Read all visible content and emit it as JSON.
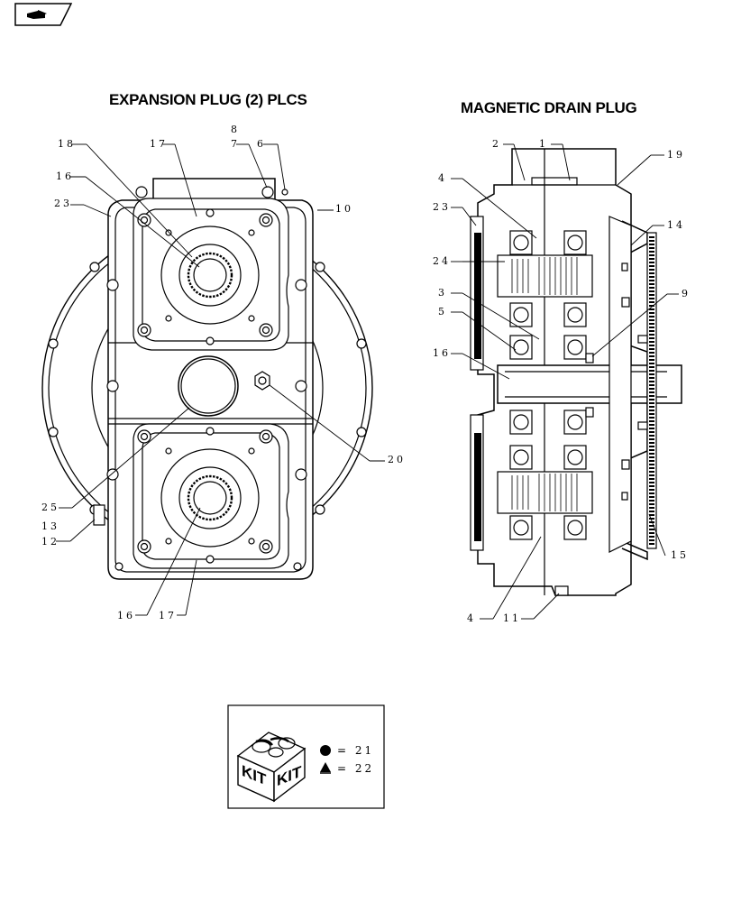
{
  "titles": {
    "left": "EXPANSION PLUG (2) PLCS",
    "right": "MAGNETIC DRAIN PLUG"
  },
  "icons": {
    "nav": "folder-arrow-icon",
    "kit": "kit-box-icon",
    "circle": "filled-circle-icon",
    "triangle": "warning-triangle-icon"
  },
  "callouts_left": {
    "c18": "18",
    "c17_top": "17",
    "c8": "8",
    "c7": "7",
    "c6": "6",
    "c16_top": "16",
    "c23": "23",
    "c10": "10",
    "c20": "20",
    "c25": "25",
    "c13": "13",
    "c12": "12",
    "c16_bottom": "16",
    "c17_bottom": "17"
  },
  "callouts_right": {
    "c2": "2",
    "c1": "1",
    "c19": "19",
    "c4_top": "4",
    "c23": "23",
    "c14": "14",
    "c24": "24",
    "c3": "3",
    "c9": "9",
    "c5": "5",
    "c16": "16",
    "c15": "15",
    "c4_bottom": "4",
    "c11": "11"
  },
  "kit": {
    "box_text_left": "KIT",
    "box_text_right": "KIT",
    "circle_value": "= 21",
    "triangle_value": "= 22"
  }
}
